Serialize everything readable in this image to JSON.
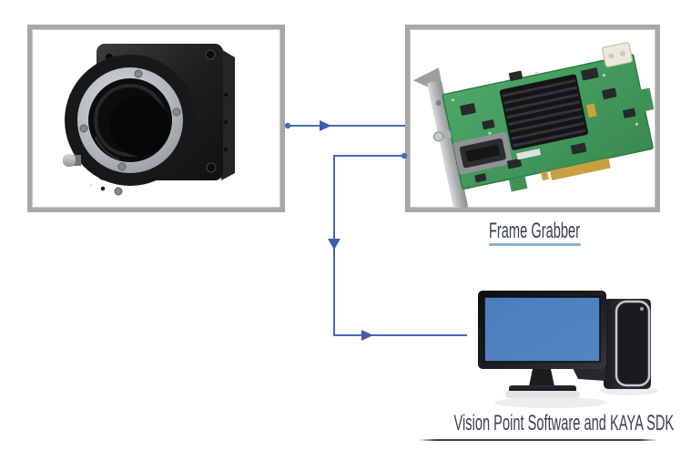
{
  "diagram": {
    "description": "Machine-vision setup flow: camera feeds a frame grabber card, which connects to a PC running software",
    "nodes": [
      {
        "id": "camera",
        "icon": "industrial-camera-photo",
        "label": ""
      },
      {
        "id": "frame-grabber",
        "icon": "frame-grabber-pcie-card-photo",
        "label": "Frame Grabber"
      },
      {
        "id": "computer",
        "icon": "desktop-computer-photo",
        "label": "Vision Point Software and KAYA SDK"
      }
    ],
    "edges": [
      {
        "from": "camera",
        "to": "frame-grabber",
        "type": "straight-arrow"
      },
      {
        "from": "frame-grabber",
        "to": "computer",
        "type": "elbow-arrow"
      }
    ]
  },
  "colors": {
    "background": "#ffffff",
    "image_box_border": "#a7a7a7",
    "connector_blue": "#4a69b2",
    "arrowhead_blue": "#3f5dac",
    "label_text": "#3b414c",
    "frame_grabber_underline": "#8aaecb",
    "vision_underline": "#3d4450",
    "monitor_screen_blue": "#4e80bf",
    "pcb_green": "#439b5b"
  }
}
